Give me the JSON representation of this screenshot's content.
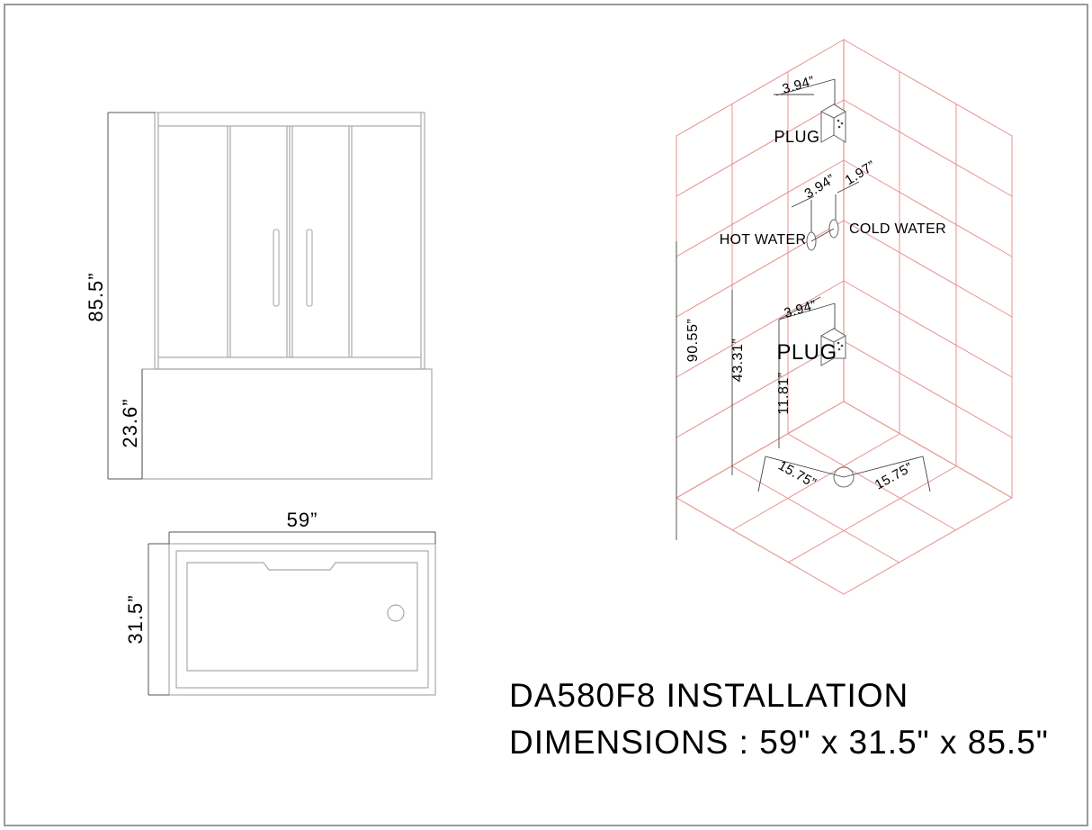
{
  "sheet": {
    "border_color": "#999999",
    "line_color": "#a8a8a8",
    "dim_color": "#3a3a3a",
    "tile_color": "#e8918f",
    "text_color": "#000000"
  },
  "title_block": {
    "line1": "DA580F8   INSTALLATION",
    "line2": "DIMENSIONS :  59\" x 31.5\" x 85.5\""
  },
  "front_elevation": {
    "name": "front-elevation",
    "dims": {
      "overall_height": "85.5”",
      "tub_height": "23.6”"
    }
  },
  "plan_view": {
    "name": "plan-view",
    "dims": {
      "width": "59”",
      "depth": "31.5”"
    }
  },
  "isometric": {
    "name": "isometric-installation-view",
    "labels": {
      "plug_upper": "PLUG",
      "plug_lower": "PLUG",
      "hot_water": "HOT WATER",
      "cold_water": "COLD WATER"
    },
    "dims": {
      "plug_upper_offset": "3.94”",
      "hot_water_offset": "3.94”",
      "cold_water_offset": "1.97”",
      "plug_lower_offset": "3.94”",
      "wall_height": "90.55”",
      "valve_height": "43.31”",
      "plug_lower_height": "11.81”",
      "drain_left": "15.75”",
      "drain_right": "15.75”"
    }
  }
}
